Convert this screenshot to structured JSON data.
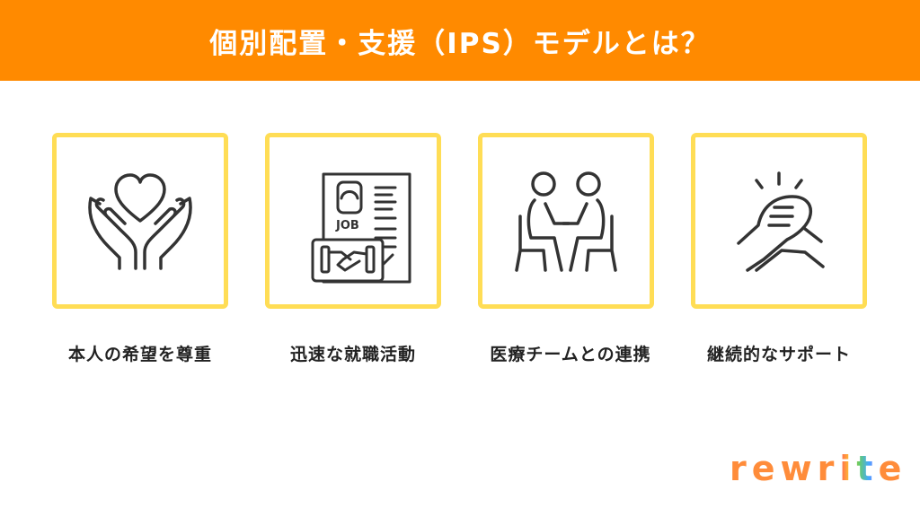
{
  "header": {
    "title": "個別配置・支援（IPS）モデルとは？"
  },
  "items": [
    {
      "label": "本人の希望を尊重",
      "icon": "heart-hands-icon"
    },
    {
      "label": "迅速な就職活動",
      "icon": "job-handshake-icon",
      "icon_text": "JOB"
    },
    {
      "label": "医療チームとの連携",
      "icon": "two-people-talking-icon"
    },
    {
      "label": "継続的なサポート",
      "icon": "clasped-hands-icon"
    }
  ],
  "logo": {
    "text_a": "rewr",
    "text_b": "it",
    "text_c": "e"
  },
  "colors": {
    "header": "#FF8A00",
    "card_border": "#FFDD55",
    "icon_stroke": "#333333"
  }
}
